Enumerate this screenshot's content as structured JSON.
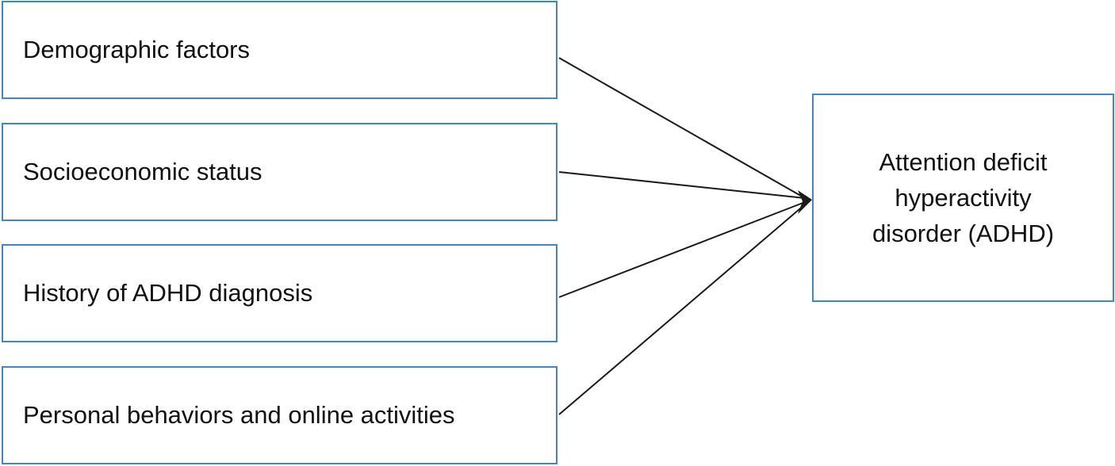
{
  "factors": [
    {
      "label": "Demographic factors"
    },
    {
      "label": "Socioeconomic status"
    },
    {
      "label": "History of ADHD diagnosis"
    },
    {
      "label": "Personal behaviors and online activities"
    }
  ],
  "outcome": {
    "line1": "Attention deficit",
    "line2": "hyperactivity",
    "line3": "disorder (ADHD)"
  },
  "colors": {
    "box_border": "#3b87c9",
    "arrow": "#1a1a1a"
  }
}
